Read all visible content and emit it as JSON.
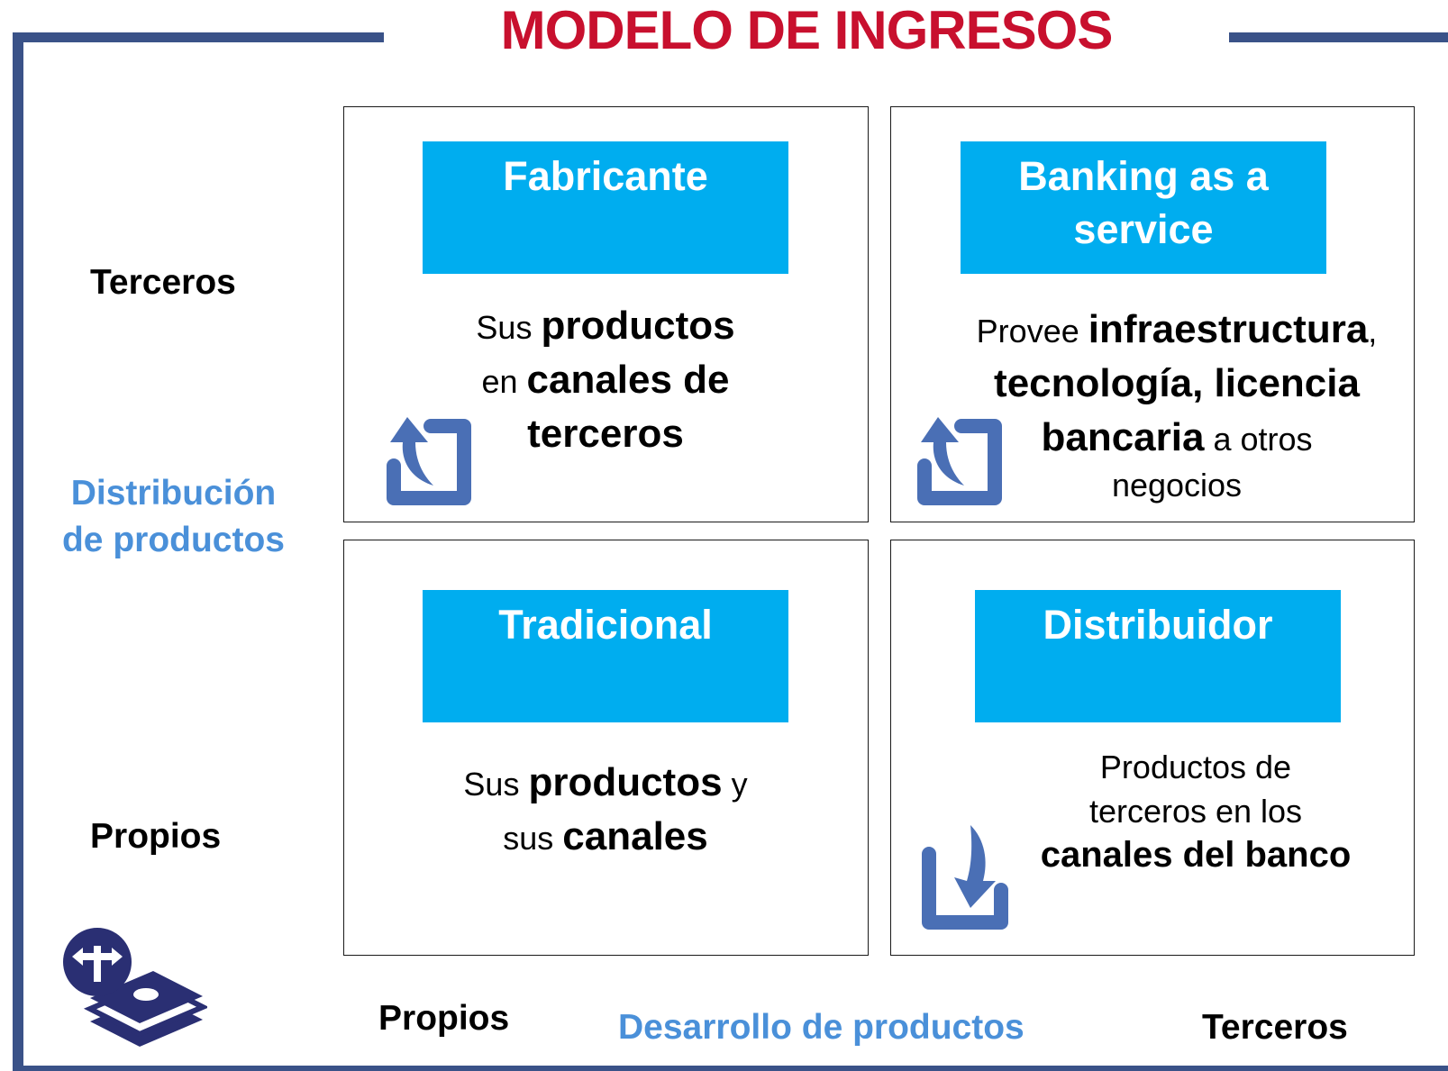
{
  "title": "MODELO DE INGRESOS",
  "colors": {
    "title_red": "#c8102e",
    "frame_navy": "#3a5288",
    "box_blue": "#00adef",
    "axis_blue": "#4a90d9",
    "icon_blue": "#4a6fb5",
    "icon_dark": "#2a2f73"
  },
  "y_axis": {
    "title_line1": "Distribución",
    "title_line2": "de productos",
    "top": "Terceros",
    "bottom": "Propios"
  },
  "x_axis": {
    "title": "Desarrollo de productos",
    "left": "Propios",
    "right": "Terceros"
  },
  "quadrants": {
    "fabricante": {
      "label": "Fabricante",
      "desc": {
        "l1a": "Sus ",
        "l1b": "productos",
        "l2a": "en ",
        "l2b": "canales de",
        "l3b": "terceros"
      }
    },
    "baas": {
      "label_line1": "Banking as a",
      "label_line2": "service",
      "desc": {
        "l1a": "Provee ",
        "l1b": "infraestructura",
        "l1c": ",",
        "l2b": "tecnología, licencia",
        "l3b": "bancaria",
        "l3c": " a otros",
        "l4": "negocios"
      }
    },
    "tradicional": {
      "label": "Tradicional",
      "desc": {
        "l1a": "Sus ",
        "l1b": "productos",
        "l1c": " y",
        "l2a": "sus ",
        "l2b": "canales"
      }
    },
    "distribuidor": {
      "label": "Distribuidor",
      "desc": {
        "l1": "Productos de",
        "l2": "terceros en los",
        "l3b": "canales del banco"
      }
    }
  },
  "icons": {
    "export": "arrow-out-of-box-icon",
    "import": "arrow-into-box-icon",
    "logo": "money-direction-icon"
  }
}
